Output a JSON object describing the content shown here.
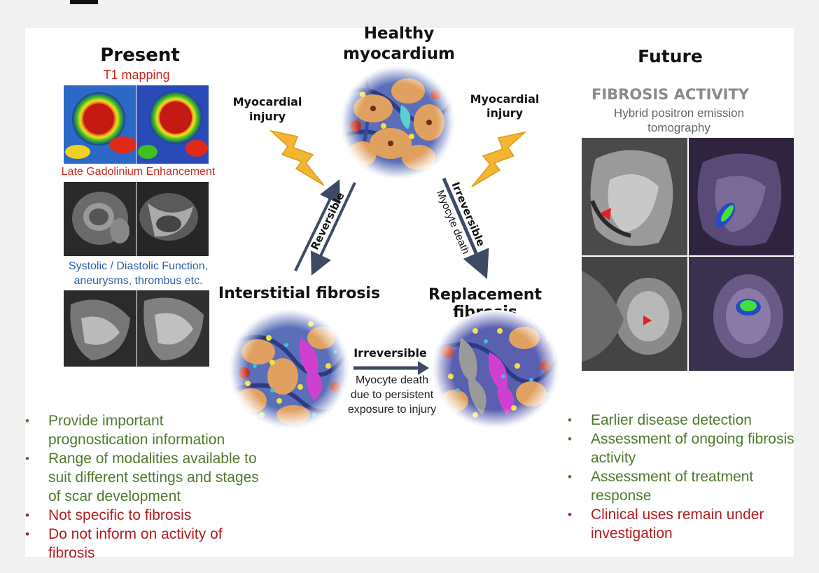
{
  "present": {
    "heading": "Present",
    "t1_label": "T1 mapping",
    "lge_label": "Late Gadolinium Enhancement",
    "function_label_1": "Systolic / Diastolic Function,",
    "function_label_2": "aneurysms, thrombus etc.",
    "bullets": [
      {
        "text": "Provide important prognostication information",
        "lines": [
          "Provide important",
          "prognostication information"
        ],
        "tone": "positive"
      },
      {
        "text": "Range of modalities available to suit different settings and stages of scar development",
        "lines": [
          "Range of modalities available to",
          "suit different settings and stages",
          "of scar development"
        ],
        "tone": "positive"
      },
      {
        "text": "Not specific to fibrosis",
        "lines": [
          "Not specific to fibrosis"
        ],
        "tone": "negative"
      },
      {
        "text": "Do not inform on activity of fibrosis",
        "lines": [
          "Do not inform on activity of",
          "fibrosis"
        ],
        "tone": "negative"
      }
    ]
  },
  "center": {
    "healthy_title_1": "Healthy",
    "healthy_title_2": "myocardium",
    "injury_left_1": "Myocardial",
    "injury_left_2": "injury",
    "injury_right_1": "Myocardial",
    "injury_right_2": "injury",
    "reversible": "Reversible",
    "irreversible_top": "Irreversible",
    "myocyte_death": "Myocyte death",
    "interstitial_title": "Interstitial fibrosis",
    "replacement_title": "Replacement fibrosis",
    "irreversible_bottom": "Irreversible",
    "bottom_note_1": "Myocyte death",
    "bottom_note_2": "due to persistent",
    "bottom_note_3": "exposure to injury"
  },
  "future": {
    "heading": "Future",
    "subheading": "FIBROSIS ACTIVITY",
    "caption_1": "Hybrid positron emission",
    "caption_2": "tomography",
    "bullets": [
      {
        "text": "Earlier disease detection",
        "lines": [
          "Earlier disease detection"
        ],
        "tone": "positive"
      },
      {
        "text": "Assessment of ongoing fibrosis activity",
        "lines": [
          "Assessment of ongoing fibrosis",
          "activity"
        ],
        "tone": "positive"
      },
      {
        "text": "Assessment of treatment response",
        "lines": [
          "Assessment of treatment",
          "response"
        ],
        "tone": "positive"
      },
      {
        "text": "Clinical uses remain under investigation",
        "lines": [
          "Clinical uses remain under",
          "investigation"
        ],
        "tone": "negative"
      }
    ]
  },
  "colors": {
    "positive": "#4f7a2c",
    "negative": "#b01e1e",
    "modality_label_red": "#c8281e",
    "modality_label_blue": "#2a62a8",
    "arrow": "#3d4a63",
    "lightning": "#f2b630",
    "subheading_gray": "#8a8a8a"
  }
}
